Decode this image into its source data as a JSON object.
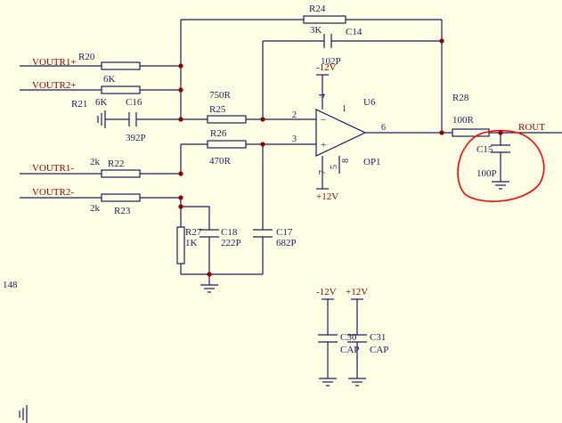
{
  "nets": {
    "voutr1_plus": "VOUTR1+",
    "voutr2_plus": "VOUTR2+",
    "voutr1_minus": "VOUTR1-",
    "voutr2_minus": "VOUTR2-",
    "rout": "ROUT"
  },
  "components": {
    "r20": {
      "ref": "R20",
      "value": "6K"
    },
    "r21": {
      "ref": "R21",
      "value": "6K"
    },
    "c16": {
      "ref": "C16",
      "value": "392P"
    },
    "r22": {
      "ref": "R22",
      "value": "2k"
    },
    "r23": {
      "ref": "R23",
      "value": "2k"
    },
    "r24": {
      "ref": "R24",
      "value": "3K"
    },
    "c14": {
      "ref": "C14",
      "value": "102P"
    },
    "r25": {
      "ref": "R25",
      "value": "750R"
    },
    "r26": {
      "ref": "R26",
      "value": "470R"
    },
    "r27": {
      "ref": "R27",
      "value": "1K"
    },
    "c18": {
      "ref": "C18",
      "value": "222P"
    },
    "c17": {
      "ref": "C17",
      "value": "682P"
    },
    "u6": {
      "ref": "U6",
      "value": "OP1"
    },
    "r28": {
      "ref": "R28",
      "value": "100R"
    },
    "c15": {
      "ref": "C15",
      "value": "100P"
    },
    "c30": {
      "ref": "C30",
      "value": "CAP"
    },
    "c31": {
      "ref": "C31",
      "value": "CAP"
    }
  },
  "pins": {
    "p1": "1",
    "p2": "2",
    "p3": "3",
    "p4": "4",
    "p5": "5",
    "p6": "6",
    "p7": "7",
    "p8": "8"
  },
  "opamp_signs": {
    "minus": "−",
    "plus": "+"
  },
  "power": {
    "neg": "-12V",
    "pos": "+12V"
  },
  "page_number": "148",
  "colors": {
    "wire": "#1a1a5e",
    "net_label": "#8b0000",
    "junction": "#8b0000",
    "annotation": "#ff0000",
    "background": "#ffffe5"
  }
}
